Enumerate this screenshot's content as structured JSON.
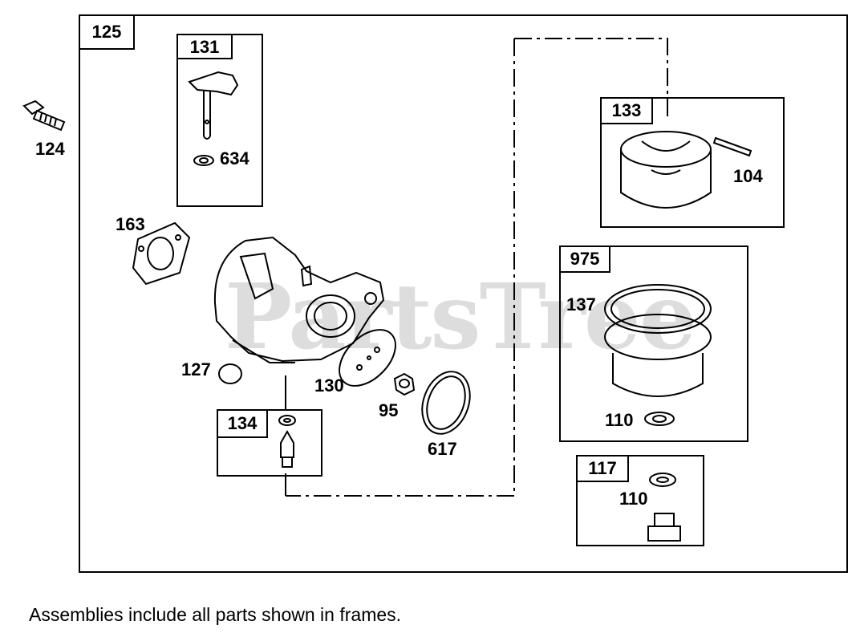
{
  "watermark": "PartsTree",
  "frames": {
    "f125": "125",
    "f131": "131",
    "f133": "133",
    "f975": "975",
    "f134": "134",
    "f117": "117"
  },
  "labels": {
    "l124": "124",
    "l634": "634",
    "l104": "104",
    "l163": "163",
    "l137": "137",
    "l127": "127",
    "l130": "130",
    "l95": "95",
    "l110a": "110",
    "l617": "617",
    "l110b": "110"
  },
  "footer_note": "Assemblies include all parts shown in frames."
}
